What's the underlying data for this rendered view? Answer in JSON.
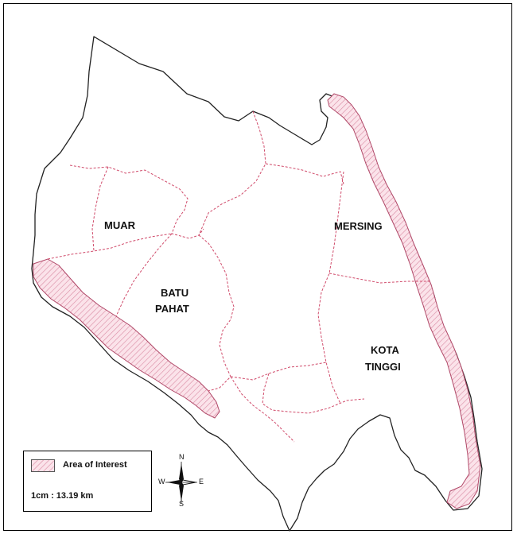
{
  "districts": [
    {
      "id": "muar",
      "label": "MUAR"
    },
    {
      "id": "batu-pahat",
      "label_lines": [
        "BATU",
        "PAHAT"
      ]
    },
    {
      "id": "mersing",
      "label": "MERSING"
    },
    {
      "id": "kota-tinggi",
      "label_lines": [
        "KOTA",
        "TINGGI"
      ]
    }
  ],
  "legend": {
    "area_of_interest": "Area of Interest",
    "scale": "1cm : 13.19 km"
  },
  "compass": {
    "n": "N",
    "s": "S",
    "e": "E",
    "w": "W"
  },
  "colors": {
    "boundary": "#222222",
    "district_border": "#d04a6a",
    "area_of_interest_fill": "#f3c6d2",
    "area_of_interest_stroke": "#b04868"
  }
}
